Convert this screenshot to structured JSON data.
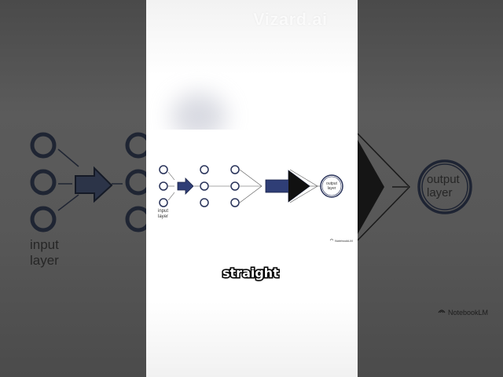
{
  "watermark": {
    "brand": "Vizard.ai"
  },
  "slide": {
    "input_label": "input\nlayer",
    "output_label": "output\nlayer",
    "notebook_watermark": "NotebookLM"
  },
  "caption": {
    "word": "straight"
  },
  "colors": {
    "arrow_fill": "#2f3e76",
    "node_stroke": "#283259",
    "caption_text": "#ffffff",
    "caption_outline": "#000000"
  }
}
